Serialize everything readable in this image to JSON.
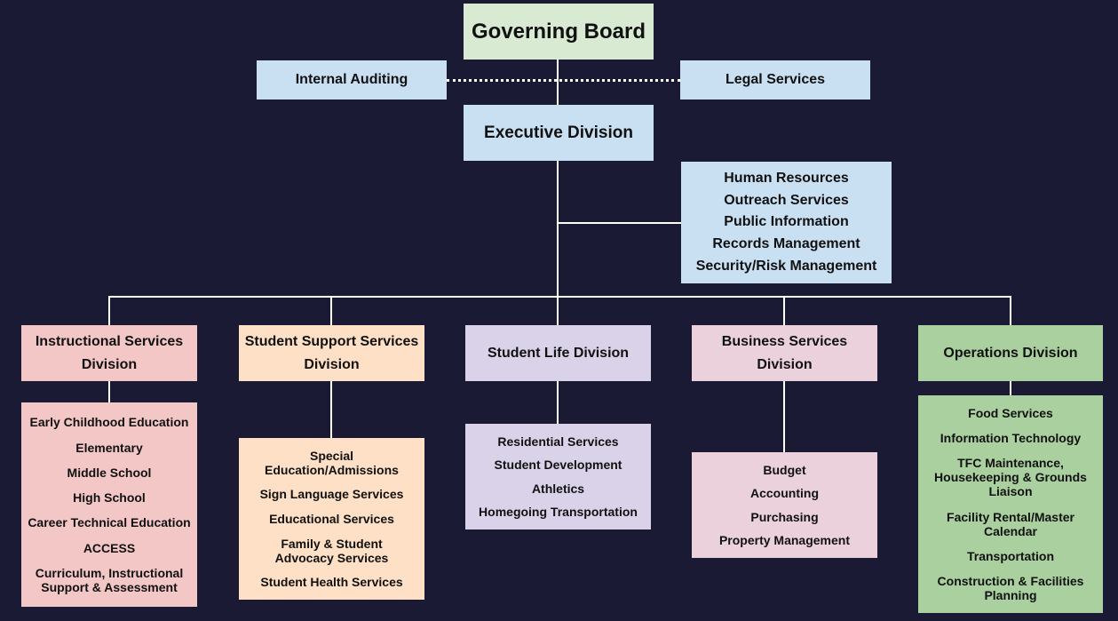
{
  "governing_board": "Governing Board",
  "internal_auditing": "Internal Auditing",
  "legal_services": "Legal Services",
  "executive_division": "Executive Division",
  "executive_units": [
    "Human Resources",
    "Outreach Services",
    "Public Information",
    "Records Management",
    "Security/Risk Management"
  ],
  "divisions": [
    {
      "title": "Instructional Services Division",
      "color": "#f4c7c7",
      "units": [
        "Early Childhood Education",
        "Elementary",
        "Middle School",
        "High School",
        "Career Technical Education",
        "ACCESS",
        "Curriculum, Instructional Support & Assessment"
      ]
    },
    {
      "title": "Student Support Services Division",
      "color": "#fde0c5",
      "units": [
        "Special Education/Admissions",
        "Sign Language Services",
        "Educational Services",
        "Family & Student Advocacy Services",
        "Student Health Services"
      ]
    },
    {
      "title": "Student Life Division",
      "color": "#d9d2e9",
      "units": [
        "Residential Services",
        "Student Development",
        "Athletics",
        "Homegoing Transportation"
      ]
    },
    {
      "title": "Business Services Division",
      "color": "#ead1dc",
      "units": [
        "Budget",
        "Accounting",
        "Purchasing",
        "Property Management"
      ]
    },
    {
      "title": "Operations Division",
      "color": "#a9d09e",
      "units": [
        "Food Services",
        "Information Technology",
        "TFC Maintenance, Housekeeping & Grounds Liaison",
        "Facility Rental/Master Calendar",
        "Transportation",
        "Construction & Facilities Planning"
      ]
    }
  ]
}
